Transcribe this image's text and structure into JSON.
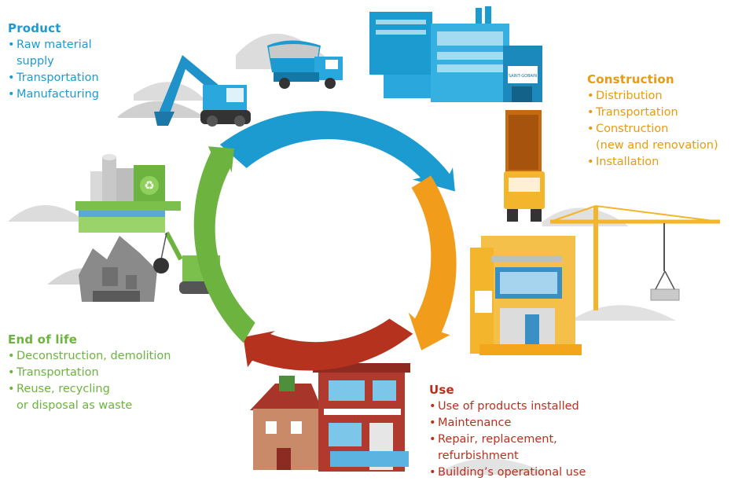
{
  "colors": {
    "product": "#1b9bd0",
    "construction": "#e89a12",
    "use": "#b5321f",
    "end_of_life": "#6cb33f"
  },
  "product": {
    "title": "Product",
    "items": [
      "Raw material",
      "supply",
      "Transportation",
      "Manufacturing"
    ]
  },
  "construction": {
    "title": "Construction",
    "items": [
      "Distribution",
      "Transportation",
      "Construction",
      "(new and renovation)",
      "Installation"
    ]
  },
  "use": {
    "title": "Use",
    "items": [
      "Use of products installed",
      "Maintenance",
      "Repair, replacement,",
      "refurbishment",
      "Building’s operational use"
    ]
  },
  "end_of_life": {
    "title": "End of life",
    "items": [
      "Deconstruction, demolition",
      "Transportation",
      "Reuse, recycling",
      "or disposal as waste"
    ]
  },
  "factory_sign": "SAINT-GOBAIN"
}
